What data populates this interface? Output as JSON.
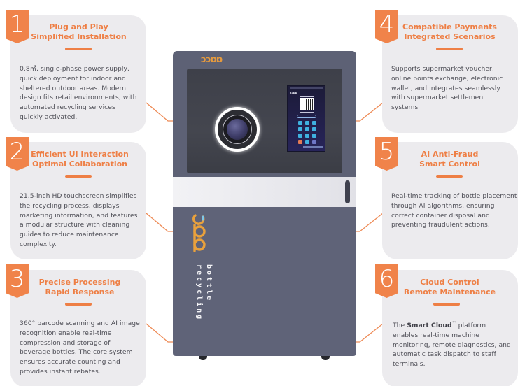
{
  "features": [
    {
      "number": "1",
      "title": "Plug and Play\nSimplified Installation",
      "body_html": "0.8㎡, single-phase power supply, quick deployment for indoor and sheltered outdoor areas. Modern design fits retail environments, with automated recycling services quickly activated."
    },
    {
      "number": "2",
      "title": "Efficient UI Interaction\nOptimal Collaboration",
      "body_html": "21.5-inch HD touchscreen simplifies the recycling process, displays marketing information, and features a modular structure with cleaning guides to reduce maintenance complexity."
    },
    {
      "number": "3",
      "title": "Precise Processing\nRapid Response",
      "body_html": "360° barcode scanning and AI image recognition enable real-time compression and storage of beverage bottles. The core system ensures accurate counting and provides instant rebates."
    },
    {
      "number": "4",
      "title": "Compatible Payments\nIntegrated Scenarios",
      "body_html": "Supports supermarket voucher, online points exchange, electronic wallet, and integrates seamlessly with supermarket settlement systems"
    },
    {
      "number": "5",
      "title": "AI Anti-Fraud\nSmart Control",
      "body_html": "Real-time tracking of bottle placement through AI algorithms, ensuring correct container disposal and preventing fraudulent actions."
    },
    {
      "number": "6",
      "title": "Cloud Control\nRemote Maintenance",
      "body_prefix": "The ",
      "body_bold": "Smart Cloud",
      "body_tm": "™",
      "body_suffix": " platform enables real-time machine monitoring, remote diagnostics, and automatic task dispatch to staff terminals."
    }
  ],
  "machine": {
    "top_logo": "ɔɔɒɒ",
    "brand_text": "bottle\nrecycling",
    "screen_logo": "ɔɔɒɒ"
  },
  "colors": {
    "accent": "#ee7f45",
    "badge": "#f0834a",
    "card_bg": "#ecebee",
    "body_text": "#4f4f57",
    "machine_body": "#5f6378",
    "machine_band": "#e8e8ed"
  }
}
